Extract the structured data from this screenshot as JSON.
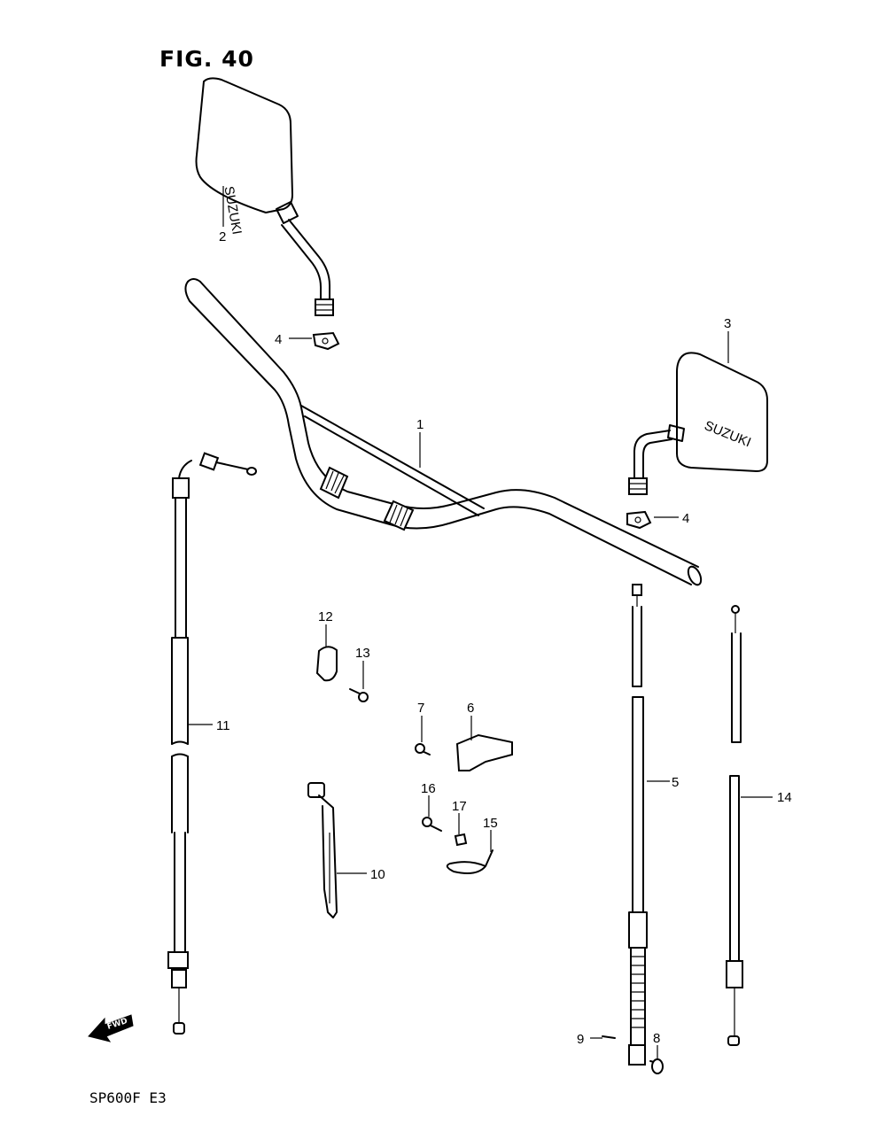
{
  "figure": {
    "title": "FIG. 40",
    "model_code": "SP600F  E3"
  },
  "mirror_brand": "SUZUKI",
  "fwd_arrow_label": "FWD",
  "callouts": [
    "1",
    "2",
    "3",
    "4",
    "4",
    "5",
    "6",
    "7",
    "8",
    "9",
    "10",
    "11",
    "12",
    "13",
    "14",
    "15",
    "16",
    "17"
  ]
}
